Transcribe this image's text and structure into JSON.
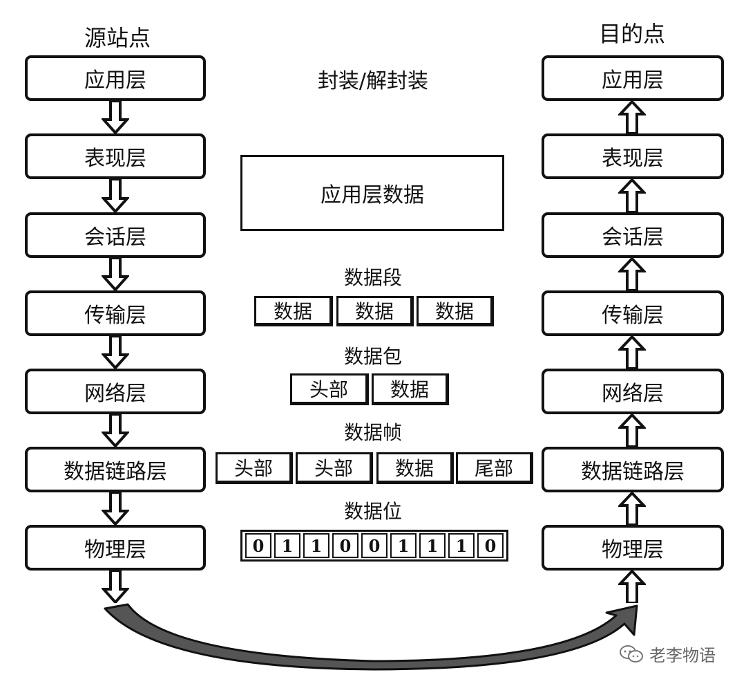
{
  "source_title": "源站点",
  "dest_title": "目的点",
  "process_label": "封装/解封装",
  "layers": [
    "应用层",
    "表现层",
    "会话层",
    "传输层",
    "网络层",
    "数据链路层",
    "物理层"
  ],
  "app_data_label": "应用层数据",
  "segment": {
    "label": "数据段",
    "cells": [
      "数据",
      "数据",
      "数据"
    ]
  },
  "packet": {
    "label": "数据包",
    "cells": [
      "头部",
      "数据"
    ]
  },
  "frame": {
    "label": "数据帧",
    "cells": [
      "头部",
      "头部",
      "数据",
      "尾部"
    ]
  },
  "bits": {
    "label": "数据位",
    "values": [
      "0",
      "1",
      "1",
      "0",
      "0",
      "1",
      "1",
      "1",
      "0"
    ]
  },
  "watermark": "老李物语",
  "colors": {
    "stroke": "#111111",
    "curve_fill": "#555555",
    "curve_stroke": "#111111"
  }
}
